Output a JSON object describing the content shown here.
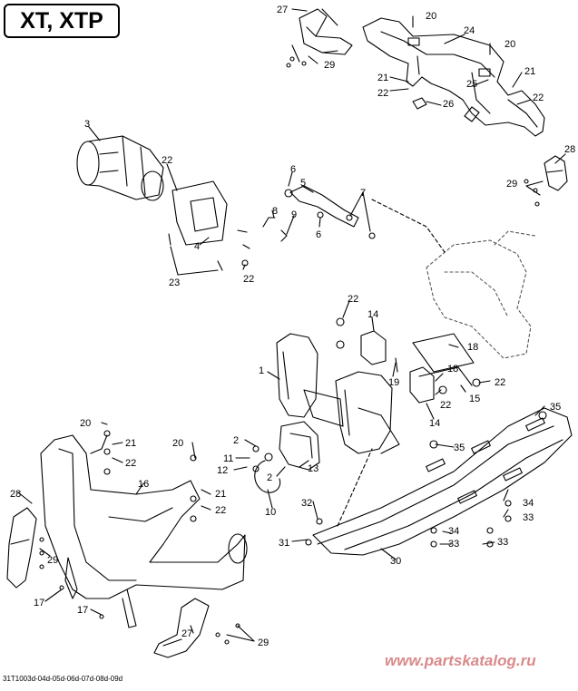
{
  "title": "XT, XTP",
  "footer_code": "31T1003d-04d-05d-06d-07d-08d-09d",
  "watermark": "www.partskatalog.ru",
  "callouts": {
    "n27a": "27",
    "n20a": "20",
    "n24": "24",
    "n20b": "20",
    "n29a": "29",
    "n21a": "21",
    "n22a": "22",
    "n25": "25",
    "n21b": "21",
    "n22b": "22",
    "n26": "26",
    "n28a": "28",
    "n29b": "29",
    "n3": "3",
    "n22c": "22",
    "n6a": "6",
    "n5": "5",
    "n7": "7",
    "n8": "8",
    "n9": "9",
    "n6b": "6",
    "n4": "4",
    "n22d": "22",
    "n23": "23",
    "n22e": "22",
    "n14a": "14",
    "n18a": "18",
    "n1": "1",
    "n19": "19",
    "n18b": "18",
    "n22f": "22",
    "n22g": "22",
    "n15": "15",
    "n14b": "14",
    "n35a": "35",
    "n35b": "35",
    "n20c": "20",
    "n21c": "21",
    "n22h": "22",
    "n16": "16",
    "n20d": "20",
    "n21d": "21",
    "n22i": "22",
    "n2a": "2",
    "n11": "11",
    "n12": "12",
    "n13": "13",
    "n2b": "2",
    "n10": "10",
    "n28b": "28",
    "n29c": "29",
    "n17a": "17",
    "n17b": "17",
    "n32": "32",
    "n31": "31",
    "n30": "30",
    "n34a": "34",
    "n33a": "33",
    "n34b": "34",
    "n33b": "33",
    "n33c": "33",
    "n27b": "27",
    "n29d": "29"
  }
}
